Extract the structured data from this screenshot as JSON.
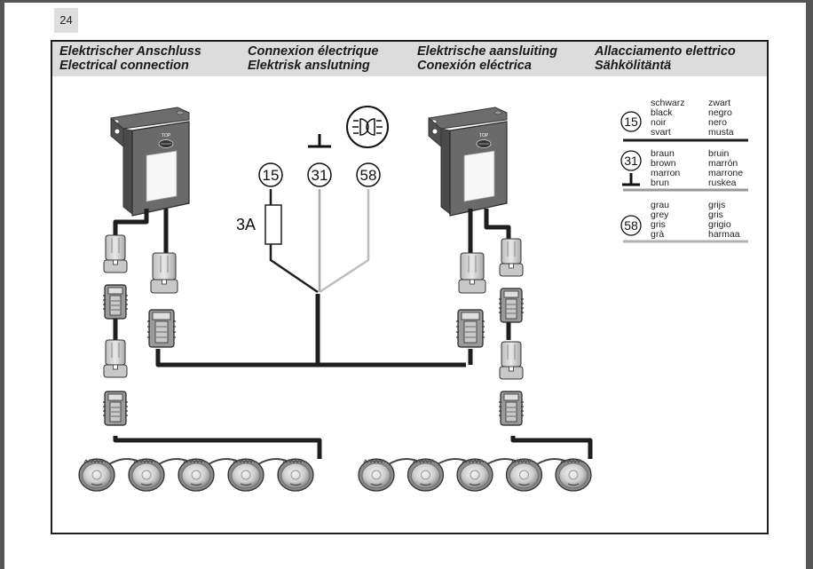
{
  "page": {
    "number": "24"
  },
  "header": {
    "columns": [
      {
        "line1": "Elektrischer Anschluss",
        "line2": "Electrical connection"
      },
      {
        "line1": "Connexion électrique",
        "line2": "Elektrisk anslutning"
      },
      {
        "line1": "Elektrische aansluiting",
        "line2": "Conexión eléctrica"
      },
      {
        "line1": "Allacciamento elettrico",
        "line2": "Sähkölitäntä"
      }
    ]
  },
  "diagram": {
    "terminals": [
      {
        "id": "15",
        "label": "15",
        "wire_color": "#1e1e1e"
      },
      {
        "id": "31",
        "label": "31",
        "wire_color": "#aaaaaa"
      },
      {
        "id": "58",
        "label": "58",
        "wire_color": "#bbbbbb"
      }
    ],
    "fuse_label": "3A",
    "ground_symbol": "ground-icon",
    "light_symbol": "parking-light-icon",
    "control_unit_label": "TOP",
    "left_group_lamp_count": 5,
    "right_group_lamp_count": 5
  },
  "legend": {
    "entries": [
      {
        "terminal": "15",
        "col1": [
          "schwarz",
          "black",
          "noir",
          "svart"
        ],
        "col2": [
          "zwart",
          "negro",
          "nero",
          "musta"
        ],
        "line_color": "#1e1e1e",
        "has_ground": false
      },
      {
        "terminal": "31",
        "col1": [
          "braun",
          "brown",
          "marron",
          "brun"
        ],
        "col2": [
          "bruin",
          "marrón",
          "marrone",
          "ruskea"
        ],
        "line_color": "#999999",
        "has_ground": true
      },
      {
        "terminal": "58",
        "col1": [
          "grau",
          "grey",
          "gris",
          "grà"
        ],
        "col2": [
          "grijs",
          "gris",
          "grigio",
          "harmaa"
        ],
        "line_color": "#b0b0b0",
        "has_ground": false
      }
    ]
  }
}
